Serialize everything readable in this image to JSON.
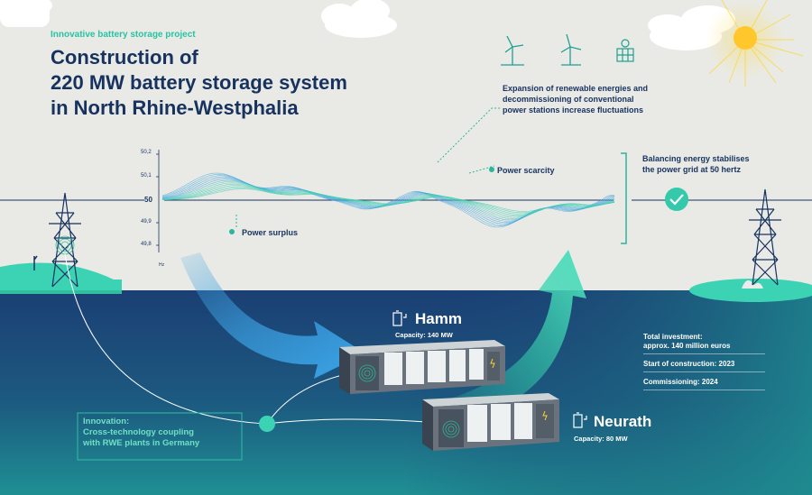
{
  "header": {
    "kicker": "Innovative battery storage project",
    "title_lines": [
      "Construction of",
      "220 MW battery storage system",
      "in North Rhine-Westphalia"
    ]
  },
  "notes": {
    "fluctuations": [
      "Expansion of renewable energies and",
      "decommissioning of conventional",
      "power stations increase fluctuations"
    ],
    "balancing": [
      "Balancing energy stabilises",
      "the power grid at 50 hertz"
    ],
    "power_scarcity": "Power scarcity",
    "power_surplus": "Power surplus"
  },
  "frequency_axis": {
    "ticks": [
      "50,2",
      "50,1",
      "50",
      "49,9",
      "49,8"
    ],
    "unit": "Hz"
  },
  "sites": {
    "hamm": {
      "name": "Hamm",
      "capacity": "Capacity: 140 MW"
    },
    "neurath": {
      "name": "Neurath",
      "capacity": "Capacity: 80 MW"
    }
  },
  "facts": [
    [
      "Total investment:",
      "approx. 140 million euros"
    ],
    [
      "Start of construction: 2023"
    ],
    [
      "Commissioning: 2024"
    ]
  ],
  "innovation": [
    "Innovation:",
    "Cross-technology coupling",
    "with RWE plants in Germany"
  ],
  "icons": [
    "wind-turbine-icon",
    "wind-turbine-icon",
    "solar-panel-icon",
    "sun-icon",
    "cloud-icon",
    "pylon-icon",
    "battery-icon",
    "checkmark-icon"
  ],
  "colors": {
    "navy": "#17325f",
    "teal": "#27c3a3",
    "mint": "#6fe0c6",
    "sky_blue": "#3fa3e0",
    "sea_top": "#1e8c92",
    "sea_bottom": "#1b3f74"
  }
}
